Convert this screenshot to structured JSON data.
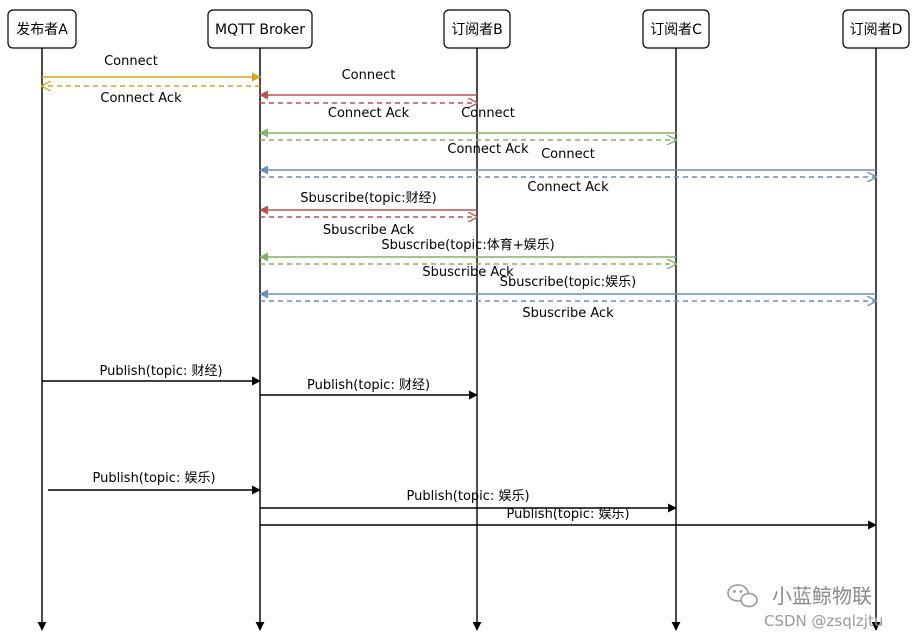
{
  "actors": [
    {
      "id": "A",
      "label": "发布者A"
    },
    {
      "id": "broker",
      "label": "MQTT Broker"
    },
    {
      "id": "B",
      "label": "订阅者B"
    },
    {
      "id": "C",
      "label": "订阅者C"
    },
    {
      "id": "D",
      "label": "订阅者D"
    }
  ],
  "colors": {
    "A": "#d6a51d",
    "B": "#b85450",
    "C": "#82b366",
    "D": "#6c8ebf",
    "publish": "#000000"
  },
  "messages": [
    {
      "from": "A",
      "to": "broker",
      "text": "Connect",
      "style": "solid",
      "color": "A"
    },
    {
      "from": "broker",
      "to": "A",
      "text": "Connect Ack",
      "style": "dashed",
      "color": "A"
    },
    {
      "from": "B",
      "to": "broker",
      "text": "Connect",
      "style": "solid",
      "color": "B"
    },
    {
      "from": "broker",
      "to": "B",
      "text": "Connect Ack",
      "style": "dashed",
      "color": "B"
    },
    {
      "from": "C",
      "to": "broker",
      "text": "Connect",
      "style": "solid",
      "color": "C"
    },
    {
      "from": "broker",
      "to": "C",
      "text": "Connect Ack",
      "style": "dashed",
      "color": "C"
    },
    {
      "from": "D",
      "to": "broker",
      "text": "Connect",
      "style": "solid",
      "color": "D"
    },
    {
      "from": "broker",
      "to": "D",
      "text": "Connect Ack",
      "style": "dashed",
      "color": "D"
    },
    {
      "from": "B",
      "to": "broker",
      "text": "Sbuscribe(topic:财经)",
      "style": "solid",
      "color": "B"
    },
    {
      "from": "broker",
      "to": "B",
      "text": "Sbuscribe Ack",
      "style": "dashed",
      "color": "B"
    },
    {
      "from": "C",
      "to": "broker",
      "text": "Sbuscribe(topic:体育+娱乐)",
      "style": "solid",
      "color": "C"
    },
    {
      "from": "broker",
      "to": "C",
      "text": "Sbuscribe Ack",
      "style": "dashed",
      "color": "C"
    },
    {
      "from": "D",
      "to": "broker",
      "text": "Sbuscribe(topic:娱乐)",
      "style": "solid",
      "color": "D"
    },
    {
      "from": "broker",
      "to": "D",
      "text": "Sbuscribe Ack",
      "style": "dashed",
      "color": "D"
    },
    {
      "from": "A",
      "to": "broker",
      "text": "Publish(topic: 财经)",
      "style": "solid",
      "color": "publish"
    },
    {
      "from": "broker",
      "to": "B",
      "text": "Publish(topic: 财经)",
      "style": "solid",
      "color": "publish"
    },
    {
      "from": "A",
      "to": "broker",
      "text": "Publish(topic: 娱乐)",
      "style": "solid",
      "color": "publish"
    },
    {
      "from": "broker",
      "to": "C",
      "text": "Publish(topic: 娱乐)",
      "style": "solid",
      "color": "publish"
    },
    {
      "from": "broker",
      "to": "D",
      "text": "Publish(topic: 娱乐)",
      "style": "solid",
      "color": "publish"
    }
  ],
  "watermark": {
    "name": "小蓝鲸物联",
    "csdn": "CSDN @zsqlzjtu",
    "icon": "wechat-icon"
  }
}
